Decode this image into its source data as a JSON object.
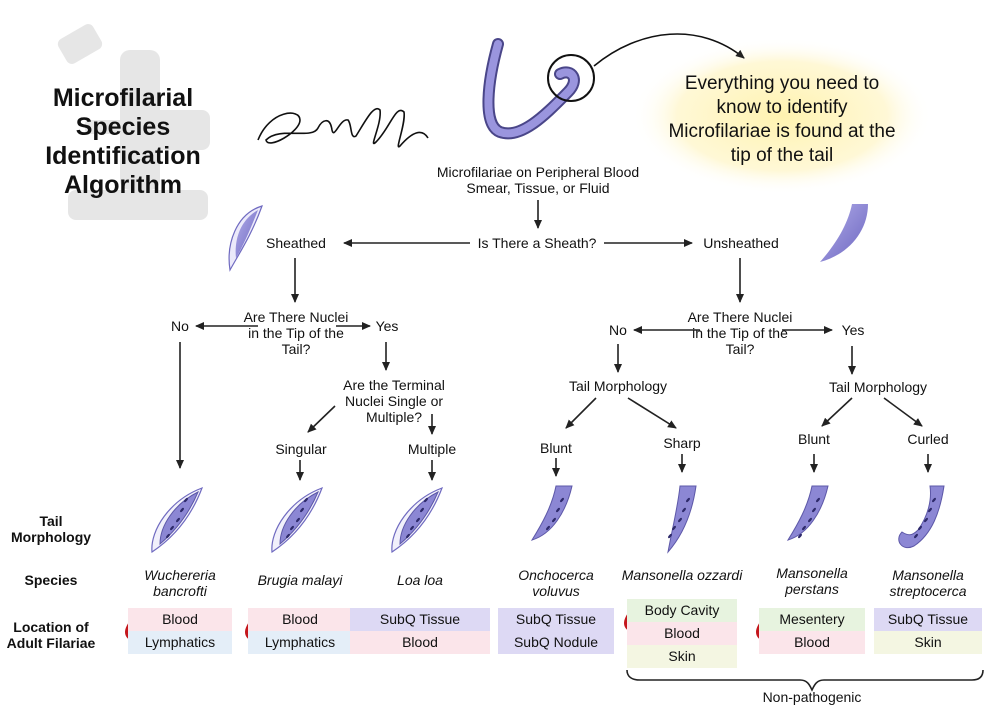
{
  "title": "Microfilarial Species Identification Algorithm",
  "signature": "Cullen Lilley",
  "callout": "Everything you need to know to identify Microfilariae is found at the tip of the tail",
  "start": "Microfilariae on Peripheral Blood Smear, Tissue, or Fluid",
  "sheath_question": "Is There a Sheath?",
  "sheathed": "Sheathed",
  "unsheathed": "Unsheathed",
  "nuclei_question": "Are There Nuclei in the Tip of the Tail?",
  "no": "No",
  "yes": "Yes",
  "terminal_question": "Are the Terminal Nuclei Single or Multiple?",
  "singular": "Singular",
  "multiple": "Multiple",
  "tail_morphology": "Tail Morphology",
  "blunt": "Blunt",
  "sharp": "Sharp",
  "curled": "Curled",
  "row_labels": {
    "tail": "Tail Morphology",
    "species": "Species",
    "location": "Location of Adult Filariae"
  },
  "species": [
    {
      "name": "Wuchereria bancrofti",
      "pathogenic": true,
      "locations": [
        "Blood",
        "Lymphatics"
      ]
    },
    {
      "name": "Brugia malayi",
      "pathogenic": true,
      "locations": [
        "Blood",
        "Lymphatics"
      ]
    },
    {
      "name": "Loa loa",
      "pathogenic": true,
      "locations": [
        "SubQ Tissue",
        "Blood"
      ]
    },
    {
      "name": "Onchocerca voluvus",
      "pathogenic": false,
      "locations": [
        "SubQ Tissue",
        "SubQ Nodule"
      ]
    },
    {
      "name": "Mansonella ozzardi",
      "pathogenic": true,
      "locations": [
        "Body Cavity",
        "Blood",
        "Skin"
      ]
    },
    {
      "name": "Mansonella perstans",
      "pathogenic": true,
      "locations": [
        "Mesentery",
        "Blood"
      ]
    },
    {
      "name": "Mansonella streptocerca",
      "pathogenic": false,
      "locations": [
        "SubQ Tissue",
        "Skin"
      ]
    }
  ],
  "non_pathogenic": "Non-pathogenic",
  "colors": {
    "worm": "#8f8ad6",
    "worm_dark": "#4a4689",
    "blood_drop": "#c4161c",
    "callout_glow": "#fff3b0",
    "arrow": "#222222"
  }
}
